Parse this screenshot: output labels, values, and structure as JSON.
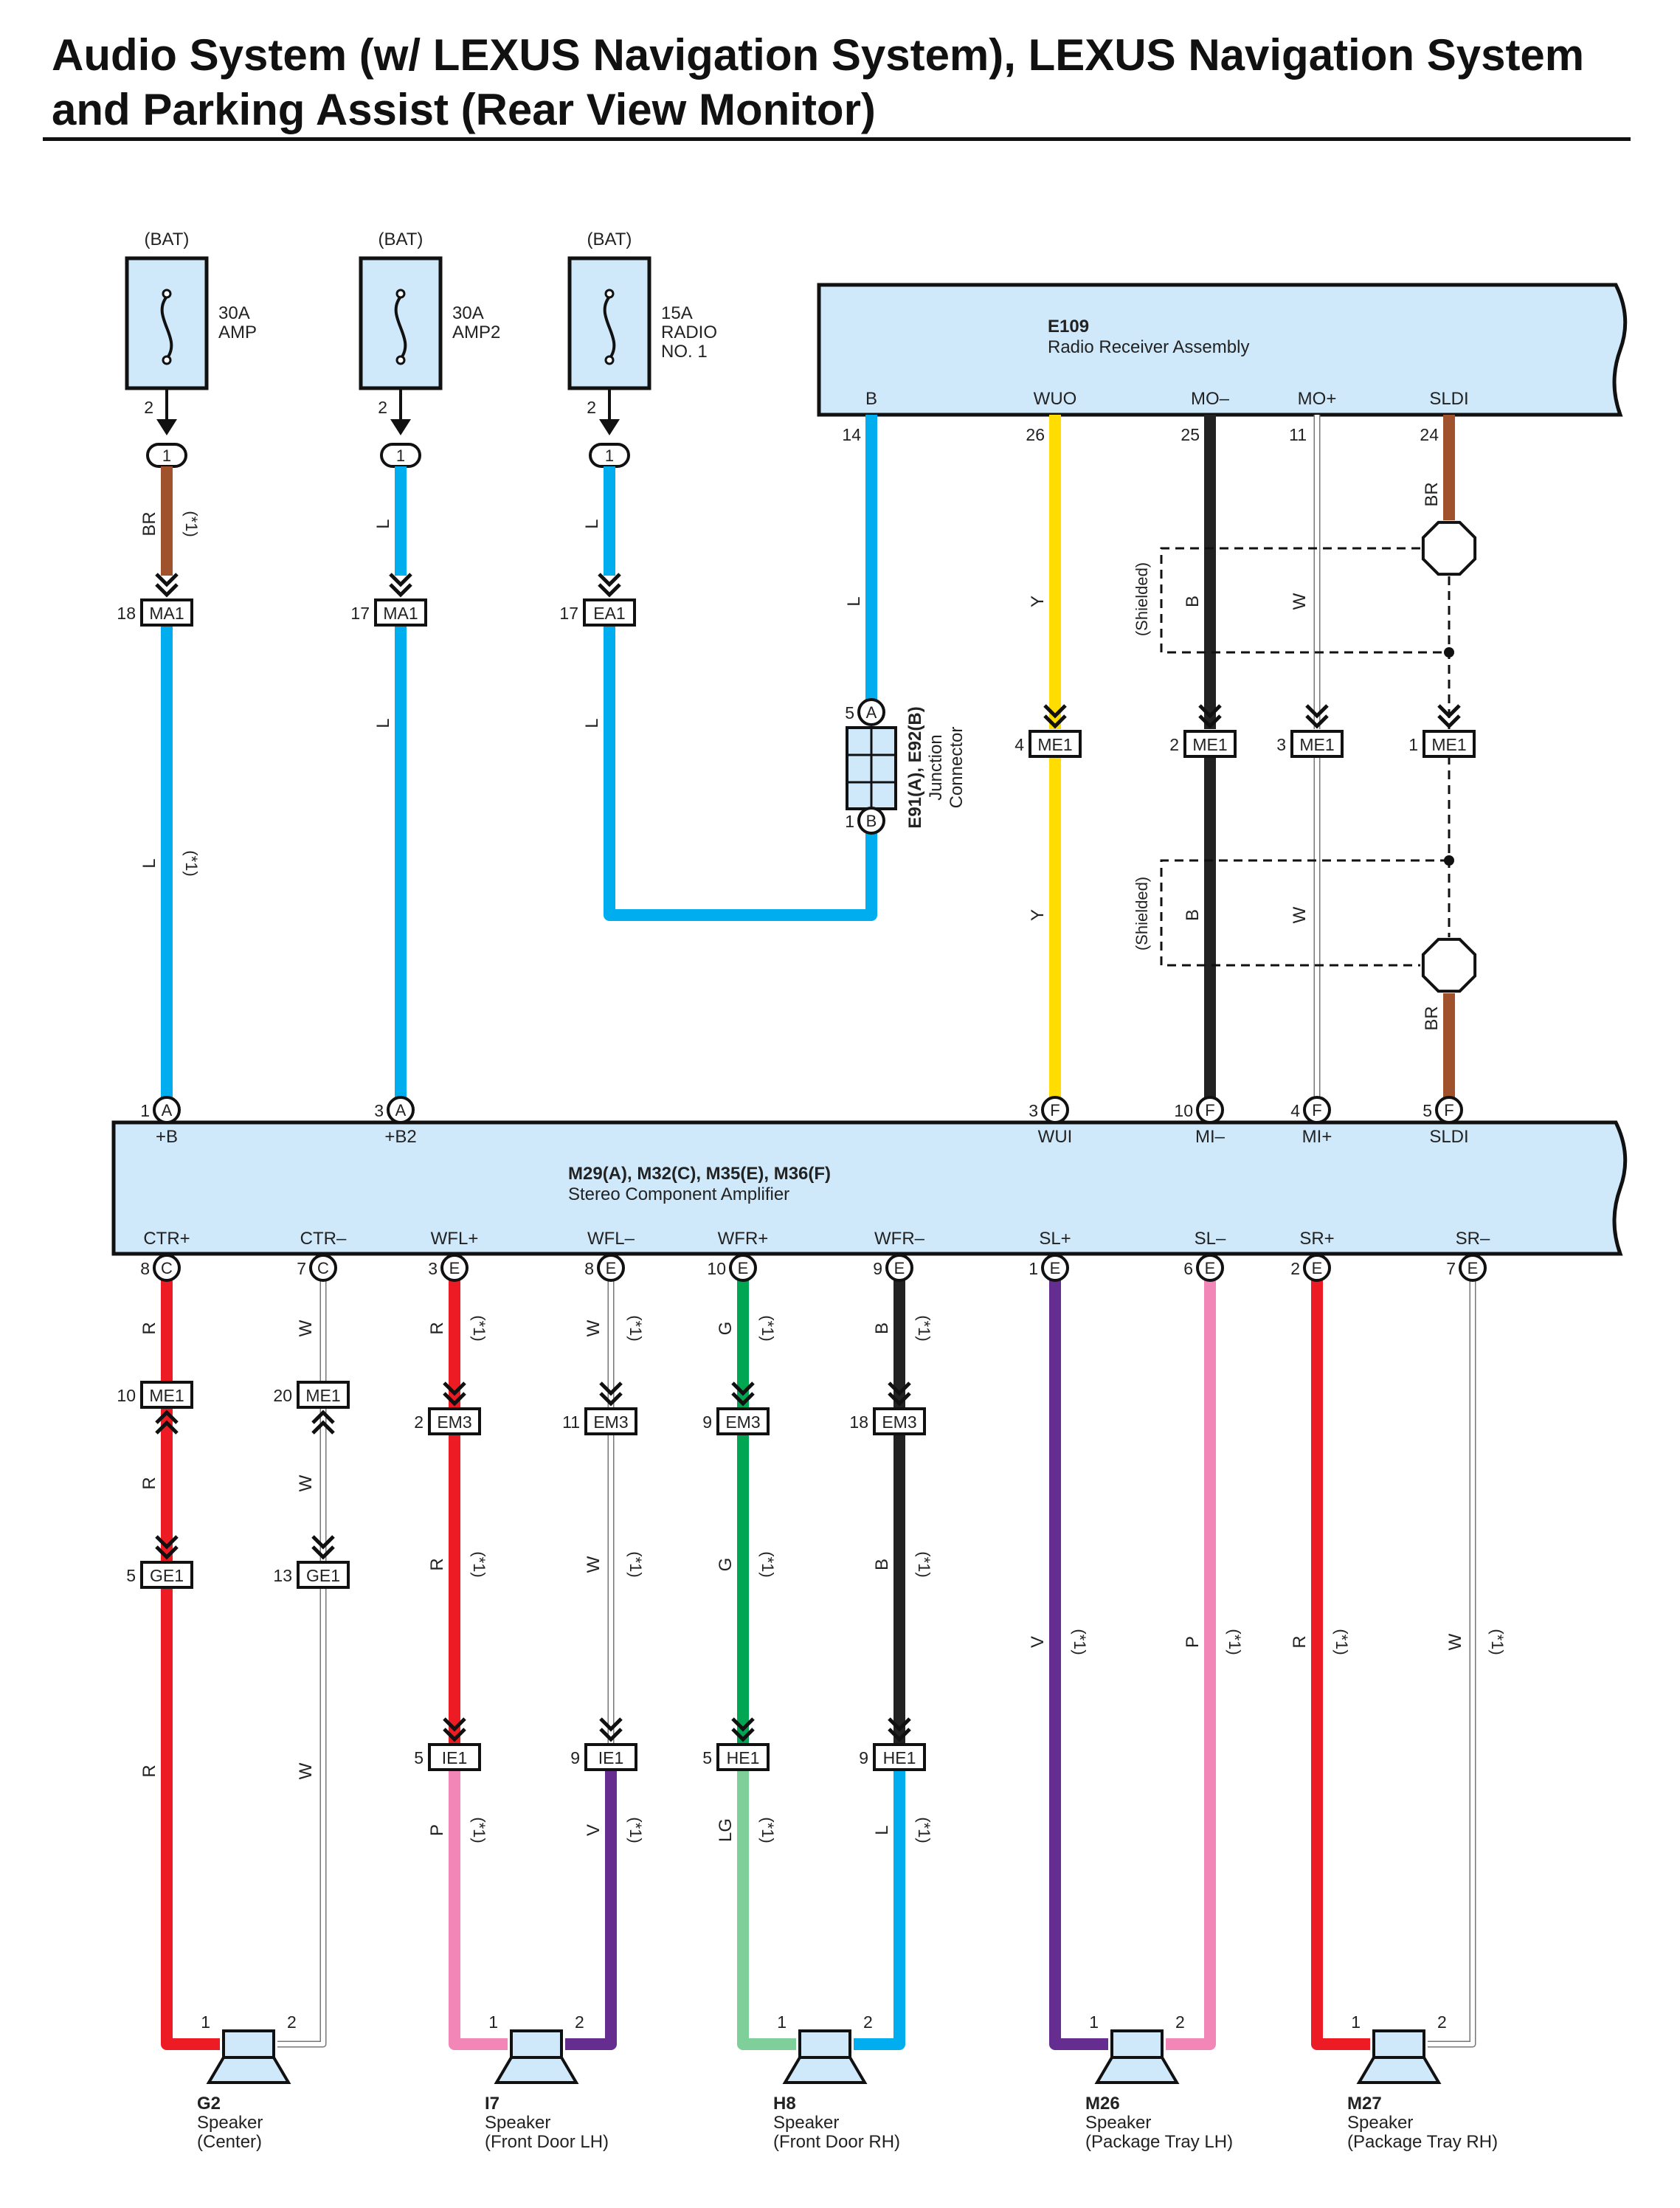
{
  "title": {
    "line1": "Audio System (w/ LEXUS Navigation System), LEXUS Navigation System",
    "line2": "and Parking Assist (Rear View Monitor)"
  },
  "colors": {
    "L": "#00aeef",
    "BR": "#a0522d",
    "Y": "#ffdd00",
    "B": "#222222",
    "W": "#ffffff",
    "R": "#ed1c24",
    "G": "#00a651",
    "V": "#662d91",
    "P": "#f287b7",
    "LG": "#7fcf9a",
    "box_fill": "#cfe9fb"
  },
  "fuses": [
    {
      "source": "(BAT)",
      "rating": "30A",
      "name": "AMP",
      "name2": "",
      "pin": "2",
      "connector_pin": "1"
    },
    {
      "source": "(BAT)",
      "rating": "30A",
      "name": "AMP2",
      "name2": "",
      "pin": "2",
      "connector_pin": "1"
    },
    {
      "source": "(BAT)",
      "rating": "15A",
      "name": "RADIO",
      "name2": "NO. 1",
      "pin": "2",
      "connector_pin": "1"
    }
  ],
  "radio": {
    "code": "E109",
    "name": "Radio Receiver Assembly",
    "terminals": [
      {
        "label": "B",
        "pin": "14"
      },
      {
        "label": "WUO",
        "pin": "26"
      },
      {
        "label": "MO–",
        "pin": "25"
      },
      {
        "label": "MO+",
        "pin": "11"
      },
      {
        "label": "SLDI",
        "pin": "24"
      }
    ]
  },
  "junction": {
    "code": "E91(A), E92(B)",
    "name1": "Junction",
    "name2": "Connector",
    "top_pin": "5",
    "top_letter": "A",
    "bottom_pin": "1",
    "bottom_letter": "B"
  },
  "amplifier": {
    "code": "M29(A), M32(C), M35(E), M36(F)",
    "name": "Stereo Component Amplifier",
    "top_terminals": [
      {
        "label": "+B",
        "pin": "1",
        "letter": "A"
      },
      {
        "label": "+B2",
        "pin": "3",
        "letter": "A"
      },
      {
        "label": "WUI",
        "pin": "3",
        "letter": "F"
      },
      {
        "label": "MI–",
        "pin": "10",
        "letter": "F"
      },
      {
        "label": "MI+",
        "pin": "4",
        "letter": "F"
      },
      {
        "label": "SLDI",
        "pin": "5",
        "letter": "F"
      }
    ],
    "bottom_terminals": [
      {
        "label": "CTR+",
        "pin": "8",
        "letter": "C"
      },
      {
        "label": "CTR–",
        "pin": "7",
        "letter": "C"
      },
      {
        "label": "WFL+",
        "pin": "3",
        "letter": "E"
      },
      {
        "label": "WFL–",
        "pin": "8",
        "letter": "E"
      },
      {
        "label": "WFR+",
        "pin": "10",
        "letter": "E"
      },
      {
        "label": "WFR–",
        "pin": "9",
        "letter": "E"
      },
      {
        "label": "SL+",
        "pin": "1",
        "letter": "E"
      },
      {
        "label": "SL–",
        "pin": "6",
        "letter": "E"
      },
      {
        "label": "SR+",
        "pin": "2",
        "letter": "E"
      },
      {
        "label": "SR–",
        "pin": "7",
        "letter": "E"
      }
    ]
  },
  "upper_connectors": [
    {
      "name": "MA1",
      "pin": "18"
    },
    {
      "name": "MA1",
      "pin": "17"
    },
    {
      "name": "EA1",
      "pin": "17"
    },
    {
      "name": "ME1",
      "pin": "4"
    },
    {
      "name": "ME1",
      "pin": "2"
    },
    {
      "name": "ME1",
      "pin": "3"
    },
    {
      "name": "ME1",
      "pin": "1"
    }
  ],
  "lower_connectors": [
    {
      "name": "ME1",
      "pin": "10"
    },
    {
      "name": "ME1",
      "pin": "20"
    },
    {
      "name": "EM3",
      "pin": "2"
    },
    {
      "name": "EM3",
      "pin": "11"
    },
    {
      "name": "EM3",
      "pin": "9"
    },
    {
      "name": "EM3",
      "pin": "18"
    },
    {
      "name": "GE1",
      "pin": "5"
    },
    {
      "name": "GE1",
      "pin": "13"
    },
    {
      "name": "IE1",
      "pin": "5"
    },
    {
      "name": "IE1",
      "pin": "9"
    },
    {
      "name": "HE1",
      "pin": "5"
    },
    {
      "name": "HE1",
      "pin": "9"
    }
  ],
  "wire_labels": {
    "br": "BR",
    "l": "L",
    "y": "Y",
    "b": "B",
    "w": "W",
    "r": "R",
    "g": "G",
    "v": "V",
    "p": "P",
    "lg": "LG",
    "star": "(*1)",
    "shielded": "(Shielded)"
  },
  "speakers": [
    {
      "code": "G2",
      "type": "Speaker",
      "location": "(Center)",
      "pin1": "1",
      "pin2": "2"
    },
    {
      "code": "I7",
      "type": "Speaker",
      "location": "(Front Door LH)",
      "pin1": "1",
      "pin2": "2"
    },
    {
      "code": "H8",
      "type": "Speaker",
      "location": "(Front Door RH)",
      "pin1": "1",
      "pin2": "2"
    },
    {
      "code": "M26",
      "type": "Speaker",
      "location": "(Package Tray LH)",
      "pin1": "1",
      "pin2": "2"
    },
    {
      "code": "M27",
      "type": "Speaker",
      "location": "(Package Tray RH)",
      "pin1": "1",
      "pin2": "2"
    }
  ]
}
